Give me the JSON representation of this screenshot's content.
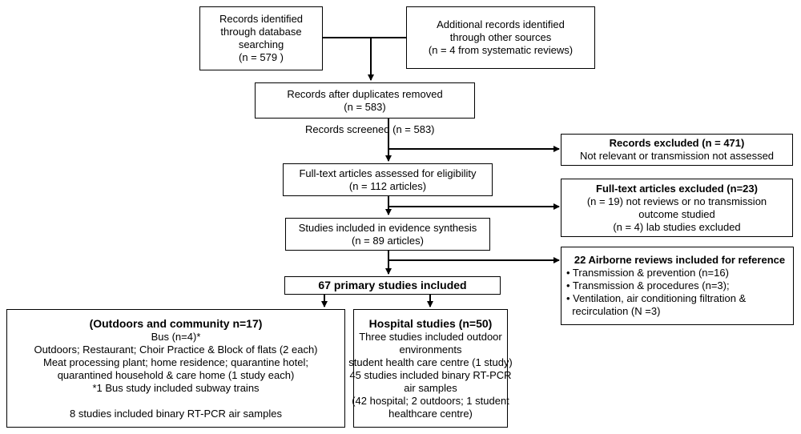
{
  "boxes": {
    "identified_db": [
      "Records identified",
      "through database",
      "searching",
      "(n = 579 )"
    ],
    "identified_other": [
      "Additional records identified",
      "through other sources",
      "(n = 4 from systematic reviews)"
    ],
    "after_duplicates": [
      "Records after duplicates removed",
      "(n = 583)"
    ],
    "screened_label": "Records screened (n = 583)",
    "excluded_records": {
      "title": "Records excluded (n = 471)",
      "lines": [
        "Not relevant or  transmission not assessed"
      ]
    },
    "fulltext_assessed": [
      "Full-text articles assessed for eligibility",
      "(n = 112 articles)"
    ],
    "fulltext_excluded": {
      "title": "Full-text articles excluded (n=23)",
      "lines": [
        "(n = 19) not reviews or no transmission",
        "outcome studied",
        "(n = 4)  lab studies excluded"
      ]
    },
    "evidence_synthesis": [
      "Studies included in evidence  synthesis",
      "(n = 89  articles)"
    ],
    "airborne_reviews": {
      "title": "22 Airborne reviews included for reference",
      "lines": [
        "• Transmission & prevention (n=16)",
        "• Transmission & procedures (n=3);",
        "• Ventilation, air conditioning filtration &",
        "  recirculation (N =3)"
      ]
    },
    "primary_studies": "67 primary studies included",
    "outdoors": {
      "title": "(Outdoors and community n=17)",
      "lines": [
        "Bus (n=4)*",
        "Outdoors; Restaurant; Choir Practice & Block of flats (2 each)",
        "Meat processing plant; home residence; quarantine hotel;",
        "quarantined household & care home (1 study each)",
        "*1 Bus study included subway trains",
        "",
        "8 studies included binary RT-PCR air samples"
      ]
    },
    "hospital": {
      "title": "Hospital studies (n=50)",
      "lines": [
        "Three studies included outdoor",
        "environments",
        "student health care centre (1 study)",
        "45 studies included binary RT-PCR",
        "air samples",
        "(42 hospital; 2 outdoors; 1 student",
        "healthcare centre)"
      ]
    }
  }
}
